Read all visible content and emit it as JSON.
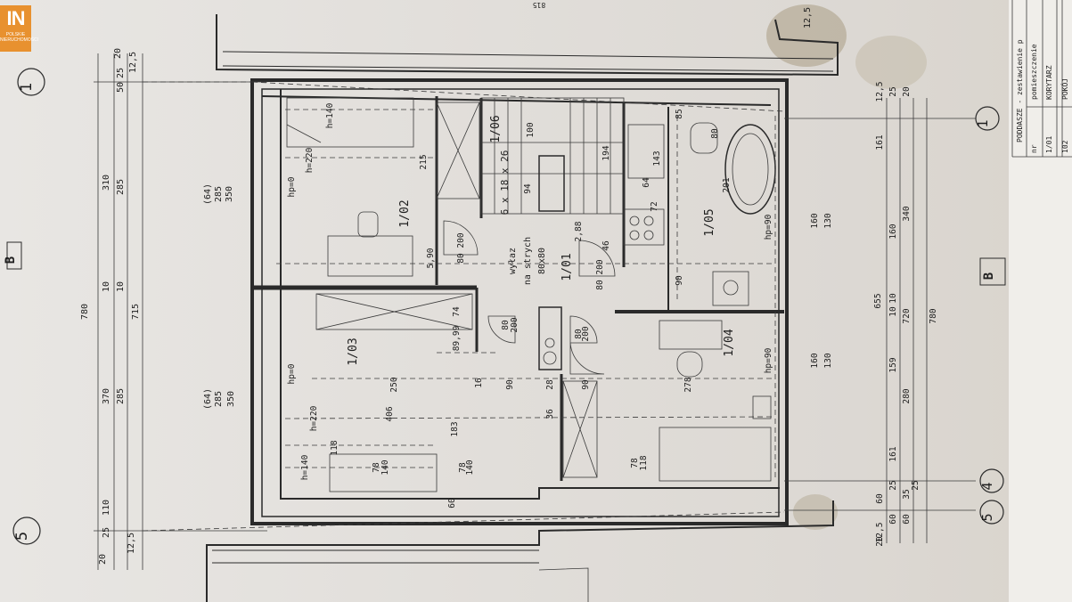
{
  "logo": {
    "mark": "IN",
    "line1": "POLSKIE",
    "line2": "NIERUCHOMOŚCI"
  },
  "rooms": [
    {
      "id": "1/01",
      "label": "1/01"
    },
    {
      "id": "1/02",
      "label": "1/02"
    },
    {
      "id": "1/03",
      "label": "1/03"
    },
    {
      "id": "1/04",
      "label": "1/04"
    },
    {
      "id": "1/05",
      "label": "1/05"
    },
    {
      "id": "1/06",
      "label": "1/06"
    }
  ],
  "axes": {
    "left_top": "1",
    "left_bottom": "5",
    "right_1": "1",
    "right_4": "4",
    "right_5": "5"
  },
  "hatch_note": {
    "text": "wyłaz",
    "line2": "na strych",
    "line3": "80x80"
  },
  "stair_note": "6 x 18 x 26",
  "left_dims": [
    "780",
    "310",
    "285",
    "370",
    "285",
    "715",
    "10",
    "10",
    "110",
    "25",
    "20",
    "12,5",
    "50",
    "25",
    "20",
    "12,5",
    "285",
    "350",
    "(64)",
    "285",
    "350",
    "(64)"
  ],
  "right_dims": [
    "655",
    "720",
    "780",
    "161",
    "160",
    "340",
    "159",
    "280",
    "161",
    "12,5",
    "25",
    "20",
    "10",
    "10",
    "60",
    "25",
    "35",
    "25",
    "60",
    "60",
    "20",
    "12,5",
    "130",
    "160",
    "130",
    "160"
  ],
  "misc_labels": [
    "hp=0",
    "hp=0",
    "hp=90",
    "hp=90",
    "h=140",
    "h=220",
    "h=220",
    "h=140",
    "215",
    "250",
    "406",
    "118",
    "183",
    "100",
    "194",
    "201",
    "143",
    "64",
    "72",
    "90",
    "46",
    "2,88",
    "278",
    "90",
    "90",
    "36",
    "28",
    "16",
    "74",
    "89,99",
    "5,90",
    "200",
    "200",
    "80",
    "80",
    "80",
    "80",
    "200",
    "200",
    "78",
    "78",
    "78",
    "118",
    "140",
    "140",
    "60",
    "94",
    "85",
    "80"
  ],
  "legend": {
    "title": "PODDASZE - zestawienie p",
    "col_nr": "nr",
    "col_room": "pomieszczenie",
    "row1_nr": "1/01",
    "row1_name": "KORYTARZ",
    "row2_nr": "102",
    "row2_name": "POKÓJ"
  },
  "top_marks": [
    "12,5",
    "815"
  ],
  "section": {
    "left": "B",
    "right": "B"
  }
}
